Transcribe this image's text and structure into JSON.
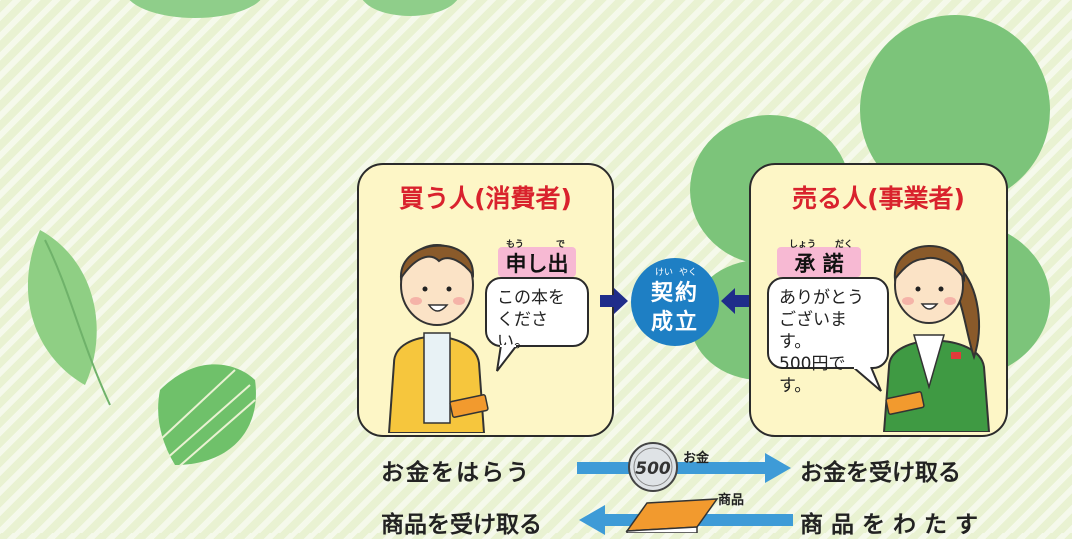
{
  "buyer": {
    "title": "買う人(消費者)",
    "tag": "申し出",
    "tag_ruby_1": "もう",
    "tag_ruby_2": "で",
    "speech_line1": "この本を",
    "speech_line2": "ください。"
  },
  "seller": {
    "title": "売る人(事業者)",
    "tag": "承 諾",
    "tag_ruby_1": "しょう",
    "tag_ruby_2": "だく",
    "speech_line1": "ありがとう",
    "speech_line2": "ございます。",
    "speech_line3": "500円です。"
  },
  "contract": {
    "ruby_1": "けい",
    "ruby_2": "やく",
    "line1": "契約",
    "line2": "成立"
  },
  "flows": {
    "pay_text": "お金をはらう",
    "receive_money_text": "お金を受け取る",
    "coin_value": "500",
    "money_label": "お金",
    "receive_goods_text": "商品を受け取る",
    "give_goods_text": "商 品 を わ た す",
    "goods_label": "商品"
  },
  "colors": {
    "title_red": "#d9222d",
    "tag_pink": "#f7b9d3",
    "contract_blue": "#1e7fc4",
    "arrow_navy": "#1f2d8a",
    "flow_blue": "#3e9bd7",
    "panel_yellow": "#fdf6c6"
  }
}
